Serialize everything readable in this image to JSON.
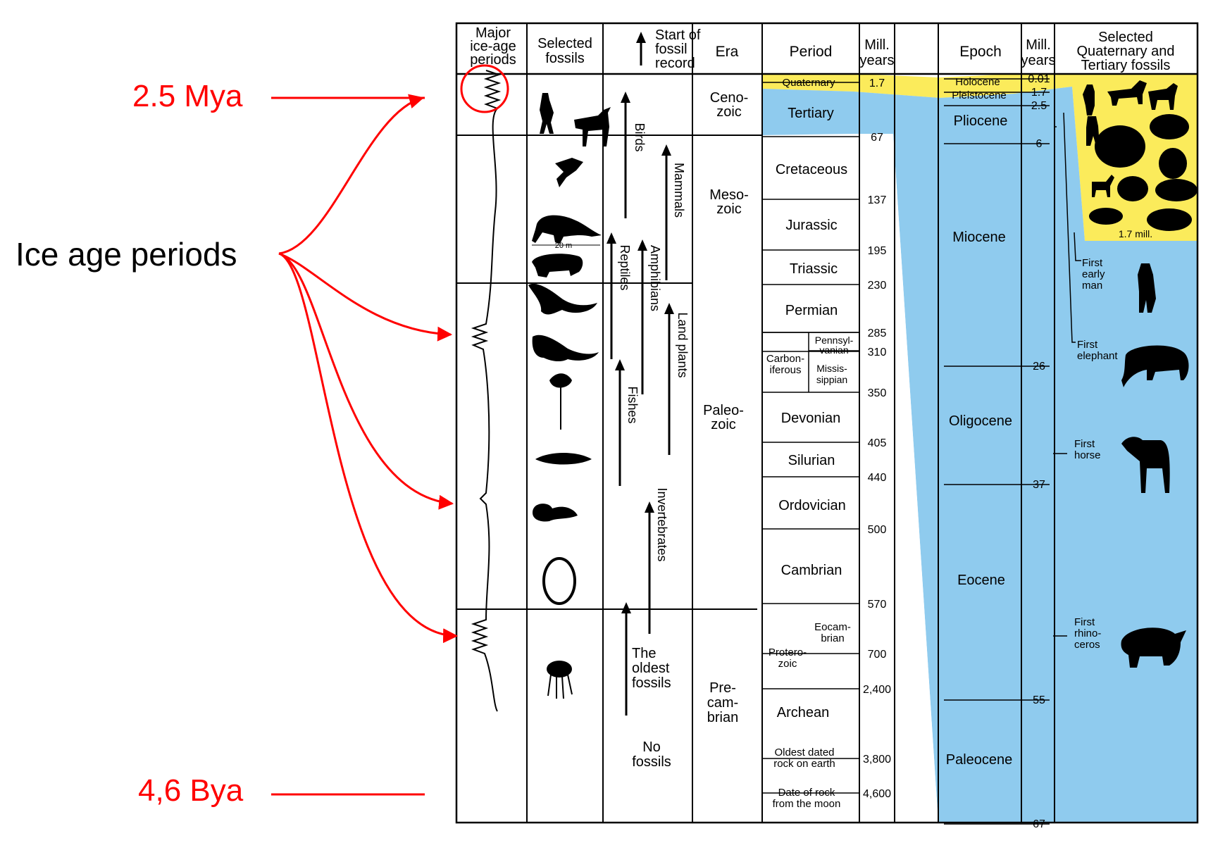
{
  "colors": {
    "annotation": "#ff0000",
    "cenozoic_blue": "#8fcbee",
    "quaternary_yellow": "#fbeb5b",
    "line": "#000000",
    "background": "#ffffff"
  },
  "annotations": {
    "top_label": "2.5 Mya",
    "middle_label": "Ice age periods",
    "bottom_label": "4,6 Bya"
  },
  "headers": {
    "ice_age": [
      "Major",
      "ice-age",
      "periods"
    ],
    "fossils": [
      "Selected",
      "fossils"
    ],
    "fossil_record": [
      "Start of",
      "fossil",
      "record"
    ],
    "era": "Era",
    "period": "Period",
    "mill_years": [
      "Mill.",
      "years"
    ],
    "epoch": "Epoch",
    "mill_years_2": [
      "Mill.",
      "years"
    ],
    "quaternary_fossils": [
      "Selected",
      "Quaternary and",
      "Tertiary fossils"
    ]
  },
  "eras": [
    {
      "lines": [
        "Ceno-",
        "zoic"
      ]
    },
    {
      "lines": [
        "Meso-",
        "zoic"
      ]
    },
    {
      "lines": [
        "Paleo-",
        "zoic"
      ]
    },
    {
      "lines": [
        "Pre-",
        "cam-",
        "brian"
      ]
    }
  ],
  "periods": [
    {
      "name": "Quaternary"
    },
    {
      "name": "Tertiary"
    },
    {
      "name": "Cretaceous"
    },
    {
      "name": "Jurassic"
    },
    {
      "name": "Triassic"
    },
    {
      "name": "Permian"
    },
    {
      "name": "Carbon-\niferous"
    },
    {
      "name": "Pennsyl-\nvanian"
    },
    {
      "name": "Missis-\nsippian"
    },
    {
      "name": "Devonian"
    },
    {
      "name": "Silurian"
    },
    {
      "name": "Ordovician"
    },
    {
      "name": "Cambrian"
    },
    {
      "name": "Eocam-\nbrian"
    },
    {
      "name": "Protero-\nzoic"
    },
    {
      "name": "Archean"
    },
    {
      "name": "Oldest dated\nrock on earth"
    },
    {
      "name": "Date of rock\nfrom the moon"
    }
  ],
  "period_ages": [
    "1.7",
    "67",
    "137",
    "195",
    "230",
    "285",
    "310",
    "350",
    "405",
    "440",
    "500",
    "570",
    "700",
    "2,400",
    "3,800",
    "4,600"
  ],
  "epochs": [
    {
      "name": "Holocene"
    },
    {
      "name": "Pleistocene"
    },
    {
      "name": "Pliocene"
    },
    {
      "name": "Miocene"
    },
    {
      "name": "Oligocene"
    },
    {
      "name": "Eocene"
    },
    {
      "name": "Paleocene"
    }
  ],
  "epoch_ages": [
    "0.01",
    "1.7",
    "2.5",
    "6",
    "26",
    "37",
    "55",
    "67"
  ],
  "fossil_record": {
    "arrows": [
      "Birds",
      "Mammals",
      "Reptiles",
      "Amphibians",
      "Land plants",
      "Fishes",
      "Invertebrates"
    ],
    "oldest": [
      "The",
      "oldest",
      "fossils"
    ],
    "none": [
      "No",
      "fossils"
    ]
  },
  "scale_label": "20 m",
  "quaternary_note": "1.7 mill.",
  "firsts": [
    {
      "lines": [
        "First",
        "early",
        "man"
      ]
    },
    {
      "lines": [
        "First",
        "elephant"
      ]
    },
    {
      "lines": [
        "First",
        "horse"
      ]
    },
    {
      "lines": [
        "First",
        "rhino-",
        "ceros"
      ]
    }
  ]
}
